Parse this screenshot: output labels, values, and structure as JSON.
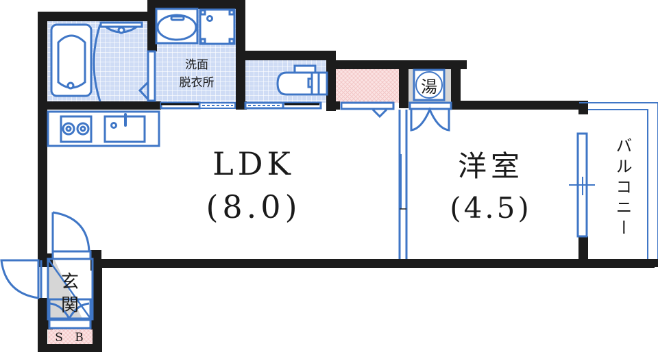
{
  "floor_plan": {
    "type": "apartment-1LDK",
    "colors": {
      "wall": "#1c1c1c",
      "fixture_stroke": "#3f76c6",
      "wet_area_tile": "#cfdcf5",
      "storage_pink": "#f7d4d4",
      "entry_gray": "#d6d6d6",
      "background": "#ffffff"
    },
    "rooms": {
      "ldk": {
        "name": "LDK",
        "size": "(8.0)"
      },
      "western_room": {
        "name": "洋室",
        "size": "(4.5)"
      },
      "washroom": {
        "line1": "洗面",
        "line2": "脱衣所"
      },
      "entrance": {
        "line1": "玄",
        "line2": "関"
      },
      "shoe_box": {
        "label": "S B"
      },
      "balcony": {
        "label": "バルコニー"
      },
      "water_heater": {
        "label": "湯"
      }
    },
    "fixtures": [
      "bathtub",
      "bath-sink",
      "washbasin",
      "washing-machine-pan",
      "toilet",
      "kitchen-stove",
      "kitchen-sink",
      "storage-closet",
      "water-heater",
      "sliding-door",
      "balcony-window",
      "entrance-door"
    ]
  }
}
